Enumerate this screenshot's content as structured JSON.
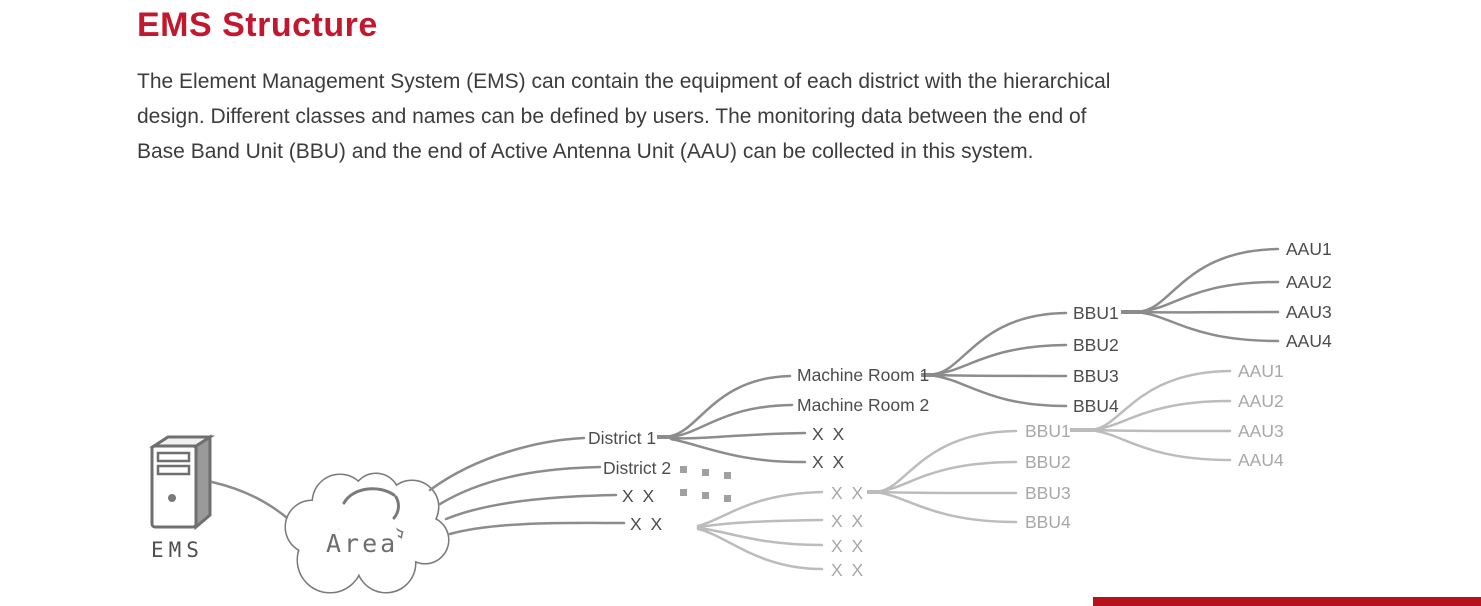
{
  "header": {
    "title": "EMS Structure"
  },
  "paragraph_lines": [
    "The Element Management System (EMS) can contain the equipment of each district with the hierarchical",
    "design. Different classes and names can be defined by users. The monitoring data between the end of",
    "Base Band Unit (BBU) and the end of Active Antenna Unit (AAU) can be collected in this system."
  ],
  "diagram": {
    "ems_label": "EMS",
    "cloud_label": "Area",
    "level1": [
      "District 1",
      "District 2",
      "X X",
      "X X"
    ],
    "district1_children": [
      "Machine Room 1",
      "Machine Room 2",
      "X X",
      "X X"
    ],
    "primary_bbus": [
      "BBU1",
      "BBU2",
      "BBU3",
      "BBU4"
    ],
    "primary_aaus": [
      "AAU1",
      "AAU2",
      "AAU3",
      "AAU4"
    ],
    "secondary_nodes": [
      "X X",
      "X X",
      "X X",
      "X X"
    ],
    "secondary_bbus": [
      "BBU1",
      "BBU2",
      "BBU3",
      "BBU4"
    ],
    "secondary_aaus": [
      "AAU1",
      "AAU2",
      "AAU3",
      "AAU4"
    ]
  },
  "colors": {
    "title_red": "#c2182f",
    "accent_bar_red": "#b5121b",
    "primary_tree_gray": "#8c8c8c",
    "secondary_tree_gray": "#bcbcbc"
  }
}
